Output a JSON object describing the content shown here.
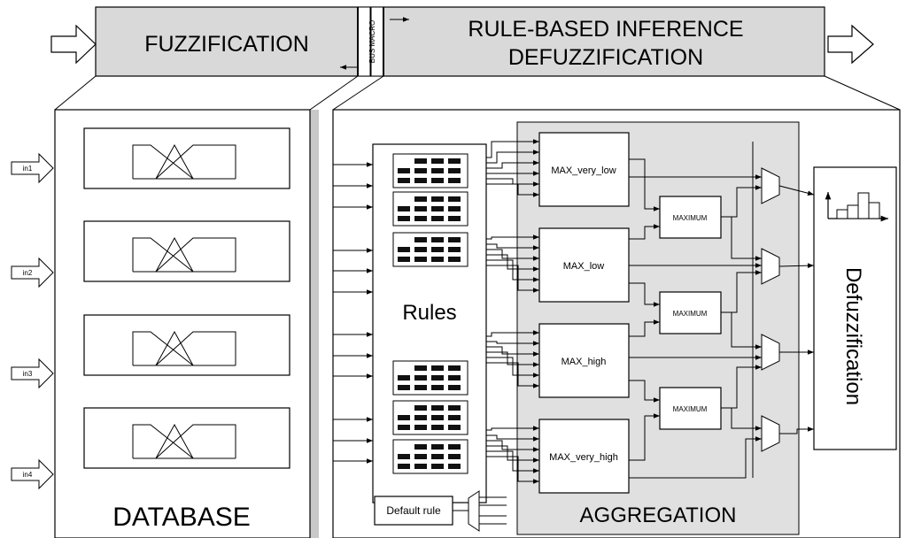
{
  "header": {
    "fuzzification_label": "FUZZIFICATION",
    "bus_macro_label": "BUS MACRO",
    "inference_label_line1": "RULE-BASED INFERENCE",
    "inference_label_line2": "DEFUZZIFICATION"
  },
  "database": {
    "title": "DATABASE",
    "inputs": [
      "in1",
      "in2",
      "in3",
      "in4"
    ]
  },
  "inference": {
    "rules_label": "Rules",
    "default_rule_label": "Default rule",
    "aggregation_title": "AGGREGATION",
    "max_blocks": [
      "MAX_very_low",
      "MAX_low",
      "MAX_high",
      "MAX_very_high"
    ],
    "maximum_label": "MAXIMUM",
    "defuzzification_label": "Defuzzification"
  },
  "colors": {
    "panel_gray": "#e0e0e0",
    "header_gray": "#d9d9d9",
    "stroke": "#000000"
  }
}
